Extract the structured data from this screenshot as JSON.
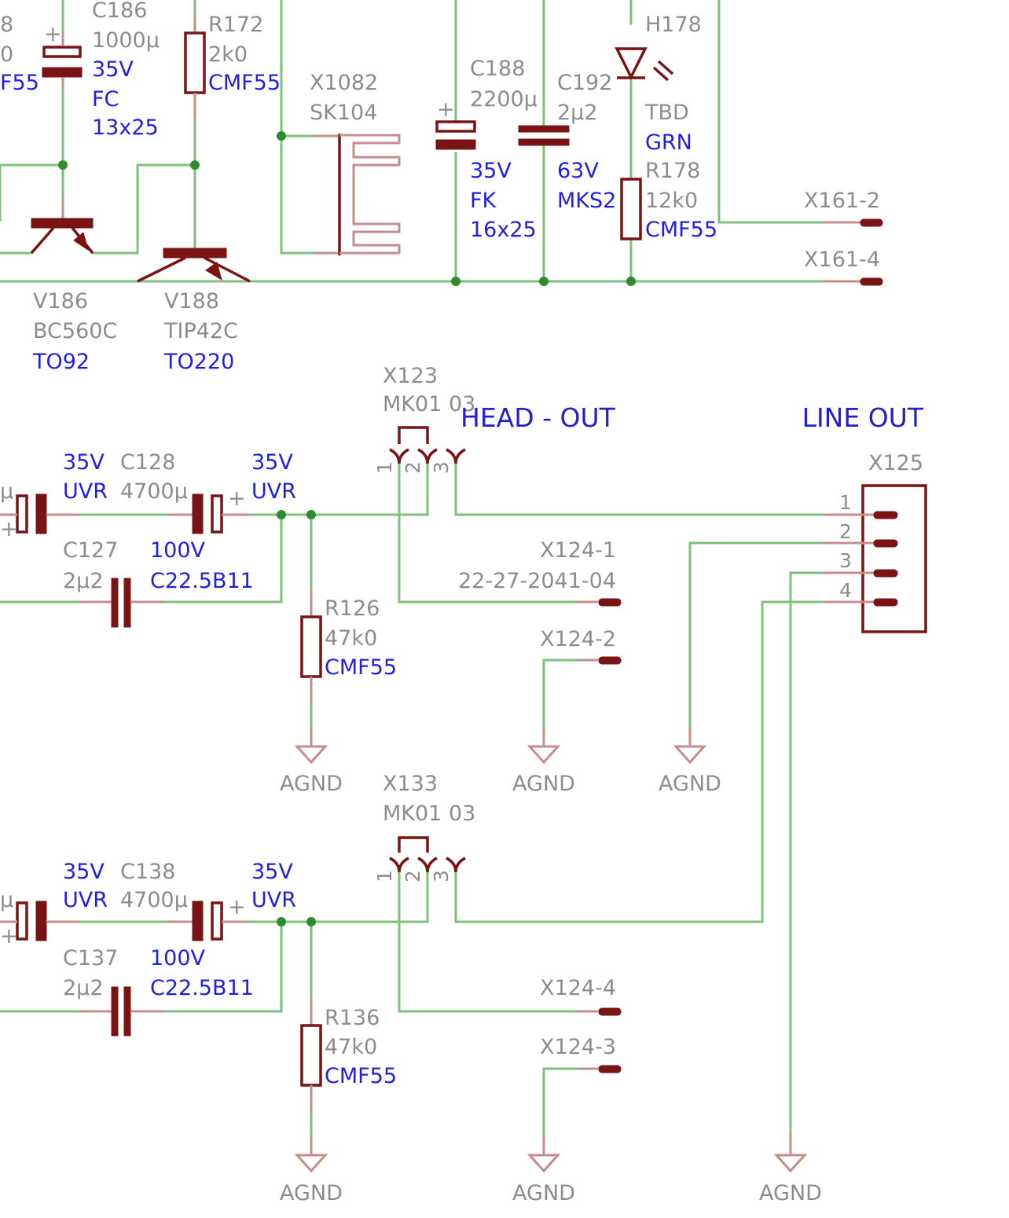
{
  "labels": {
    "c186_name": "C186",
    "c186_value": "1000µ",
    "c186_voltage": "35V",
    "c186_series": "FC",
    "c186_size": "13x25",
    "left_cut1": "8",
    "left_cut2": "0",
    "left_cut3": "F55",
    "r172_name": "R172",
    "r172_value": "2k0",
    "r172_pkg": "CMF55",
    "x1082_name": "X1082",
    "x1082_value": "SK104",
    "c188_name": "C188",
    "c188_value": "2200µ",
    "c188_voltage": "35V",
    "c188_series": "FK",
    "c188_size": "16x25",
    "c192_name": "C192",
    "c192_value": "2µ2",
    "c192_voltage": "63V",
    "c192_series": "MKS2",
    "h178_name": "H178",
    "h178_value": "TBD",
    "h178_color": "GRN",
    "r178_name": "R178",
    "r178_value": "12k0",
    "r178_pkg": "CMF55",
    "x161_2": "X161-2",
    "x161_4": "X161-4",
    "v186_name": "V186",
    "v186_value": "BC560C",
    "v186_pkg": "TO92",
    "v188_name": "V188",
    "v188_value": "TIP42C",
    "v188_pkg": "TO220",
    "x123_name": "X123",
    "x123_value": "MK01 03",
    "head_out": "HEAD - OUT",
    "line_out": "LINE OUT",
    "x125_name": "X125",
    "c128_name": "C128",
    "c128_value": "4700µ",
    "v35_a": "35V",
    "uvr_a": "UVR",
    "v35_b": "35V",
    "uvr_b": "UVR",
    "c127_name": "C127",
    "c127_value": "2µ2",
    "c127_voltage": "100V",
    "c127_series": "C22.5B11",
    "x124_1": "X124-1",
    "x124_part": "22-27-2041-04",
    "x124_2": "X124-2",
    "r126_name": "R126",
    "r126_value": "47k0",
    "r126_pkg": "CMF55",
    "agnd": "AGND",
    "x133_name": "X133",
    "x133_value": "MK01 03",
    "c138_name": "C138",
    "c138_value": "4700µ",
    "v35_c": "35V",
    "uvr_c": "UVR",
    "v35_d": "35V",
    "uvr_d": "UVR",
    "c137_name": "C137",
    "c137_value": "2µ2",
    "c137_voltage": "100V",
    "c137_series": "C22.5B11",
    "x124_4": "X124-4",
    "x124_3": "X124-3",
    "r136_name": "R136",
    "r136_value": "47k0",
    "r136_pkg": "CMF55",
    "pin1": "1",
    "pin2": "2",
    "pin3": "3",
    "pin4": "4",
    "plus": "+",
    "mu": "µ"
  }
}
